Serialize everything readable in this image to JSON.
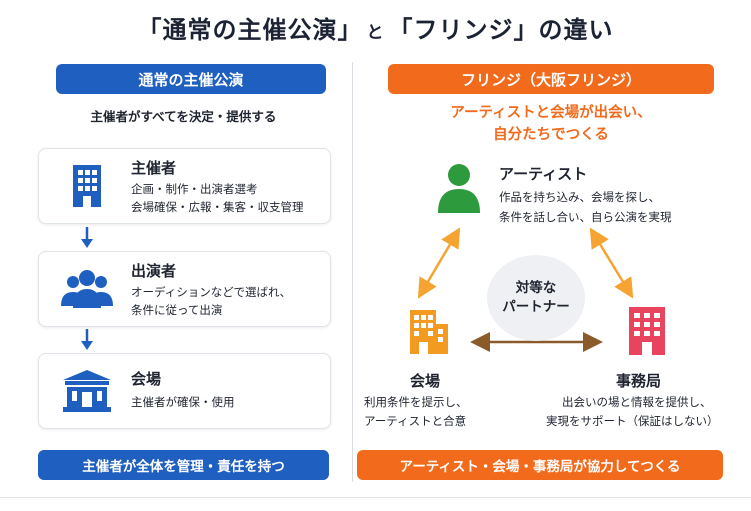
{
  "title": {
    "part1": "「通常の主催公演」",
    "connector": "と",
    "part2": "「フリンジ」の違い"
  },
  "left": {
    "header": "通常の主催公演",
    "subtitle": "主催者がすべてを決定・提供する",
    "cards": [
      {
        "title": "主催者",
        "lines": [
          "企画・制作・出演者選考",
          "会場確保・広報・集客・収支管理"
        ],
        "icon": "building-icon"
      },
      {
        "title": "出演者",
        "lines": [
          "オーディションなどで選ばれ、",
          "条件に従って出演"
        ],
        "icon": "group-icon"
      },
      {
        "title": "会場",
        "lines": [
          "主催者が確保・使用"
        ],
        "icon": "venue-icon"
      }
    ],
    "footer": "主催者が全体を管理・責任を持つ"
  },
  "right": {
    "header": "フリンジ（大阪フリンジ）",
    "tagline": [
      "アーティストと会場が出会い、",
      "自分たちでつくる"
    ],
    "artist": {
      "title": "アーティスト",
      "lines": [
        "作品を持ち込み、会場を探し、",
        "条件を話し合い、自ら公演を実現"
      ]
    },
    "venue": {
      "title": "会場",
      "lines": [
        "利用条件を提示し、",
        "アーティストと合意"
      ]
    },
    "office": {
      "title": "事務局",
      "lines": [
        "出会いの場と情報を提供し、",
        "実現をサポート（保証はしない）"
      ]
    },
    "center": [
      "対等な",
      "パートナー"
    ],
    "footer": "アーティスト・会場・事務局が協力してつくる"
  },
  "colors": {
    "blue": "#1f5fbf",
    "orange": "#f26a1b",
    "green": "#2e9a3e",
    "pink": "#e8445e",
    "brown": "#8a5a2b"
  }
}
